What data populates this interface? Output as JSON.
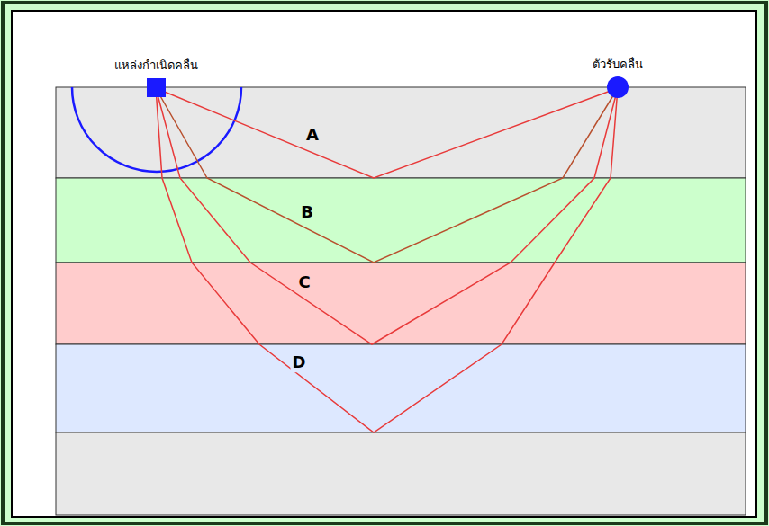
{
  "diagram": {
    "labels": [
      "แหล่งกำเนิดคลื่น",
      "ตัวรับคลื่น",
      "A",
      "B",
      "C",
      "D"
    ]
  }
}
